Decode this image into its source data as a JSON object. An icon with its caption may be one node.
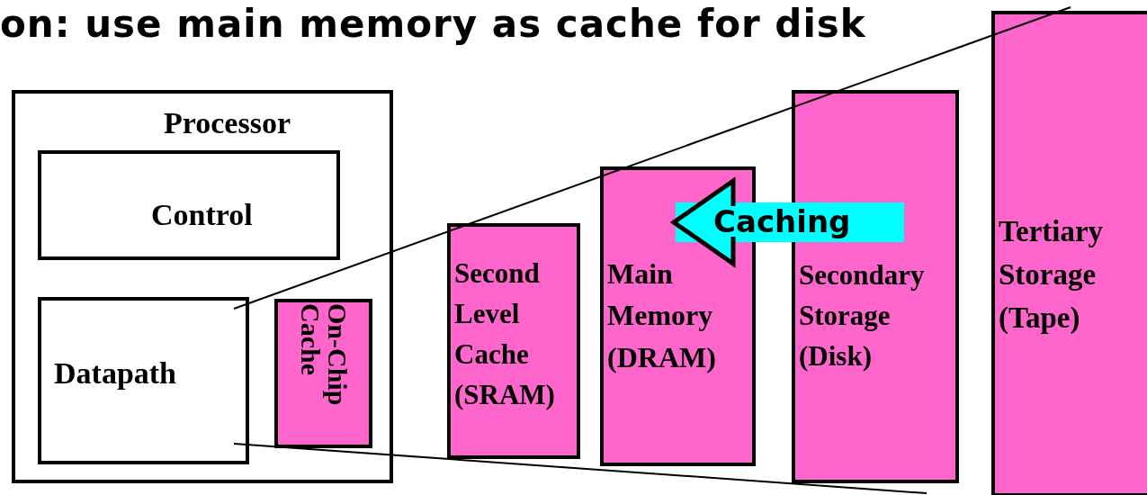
{
  "diagram": {
    "title": "on: use main memory as cache for disk",
    "nodes": [
      {
        "text": [
          "Processor"
        ]
      },
      {
        "text": [
          "Control"
        ],
        "in": 0
      },
      {
        "text": [
          "Datapath"
        ],
        "in": 0
      },
      {
        "text": [
          "On-Chip Cache"
        ],
        "in": 0
      },
      {
        "text": [
          "Second Level Cache (SRAM)"
        ]
      },
      {
        "text": [
          "Main Memory (DRAM)"
        ]
      },
      {
        "text": [
          "Secondary Storage (Disk)"
        ]
      },
      {
        "text": [
          "Tertiary Storage (Tape)"
        ]
      }
    ],
    "edges": [
      {
        "from": 6,
        "to": 5,
        "arrow": "to",
        "label": "Caching",
        "color": "#00ffff"
      }
    ]
  }
}
